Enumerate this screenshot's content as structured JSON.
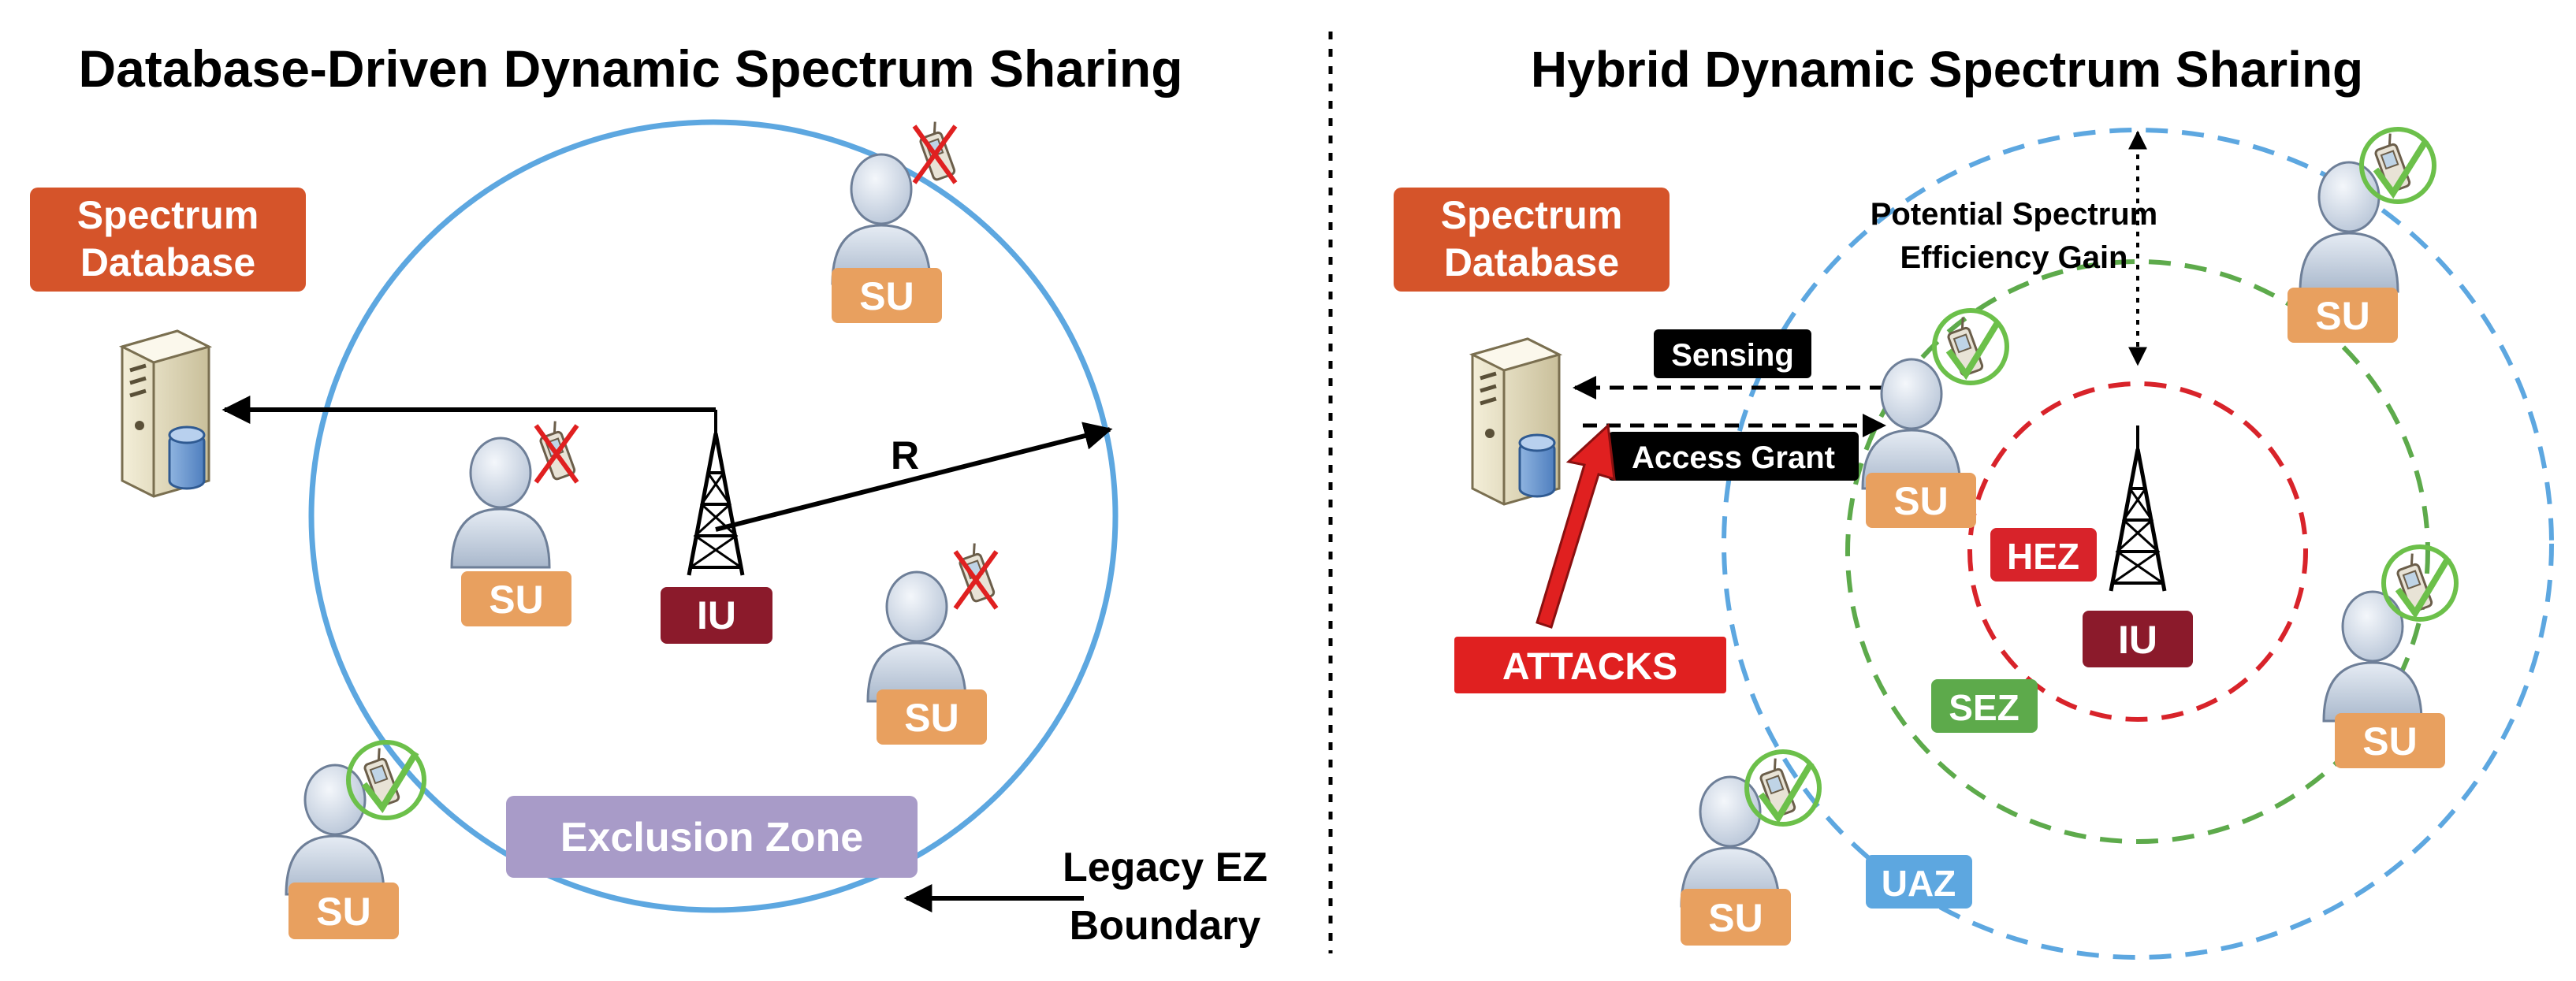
{
  "left_panel": {
    "title": "Database-Driven Dynamic Spectrum Sharing",
    "database_label_line1": "Spectrum",
    "database_label_line2": "Database",
    "radius_label": "R",
    "iu_label": "IU",
    "su_labels": [
      "SU",
      "SU",
      "SU",
      "SU"
    ],
    "exclusion_zone_label": "Exclusion Zone",
    "boundary_label_line1": "Legacy EZ",
    "boundary_label_line2": "Boundary"
  },
  "right_panel": {
    "title": "Hybrid Dynamic Spectrum Sharing",
    "database_label_line1": "Spectrum",
    "database_label_line2": "Database",
    "gain_label_line1": "Potential Spectrum",
    "gain_label_line2": "Efficiency Gain",
    "sensing_label": "Sensing",
    "access_grant_label": "Access Grant",
    "attacks_label": "ATTACKS",
    "hez_label": "HEZ",
    "sez_label": "SEZ",
    "uaz_label": "UAZ",
    "iu_label": "IU",
    "su_labels": [
      "SU",
      "SU",
      "SU",
      "SU"
    ]
  },
  "colors": {
    "database_orange": "#D5542A",
    "su_tan": "#E8A05F",
    "iu_maroon": "#8B1A2B",
    "legacy_circle_blue": "#5DA7E0",
    "uaz_blue": "#5DA7E0",
    "sez_green": "#5DAA4B",
    "hez_red": "#D8232A",
    "attacks_red": "#E02020",
    "exclusion_purple": "#A89BC8",
    "denied_red": "#E02020",
    "allowed_green": "#6CC04A"
  },
  "icons": [
    "server-icon",
    "user-icon",
    "phone-icon",
    "tower-icon",
    "cross-icon",
    "check-icon"
  ]
}
